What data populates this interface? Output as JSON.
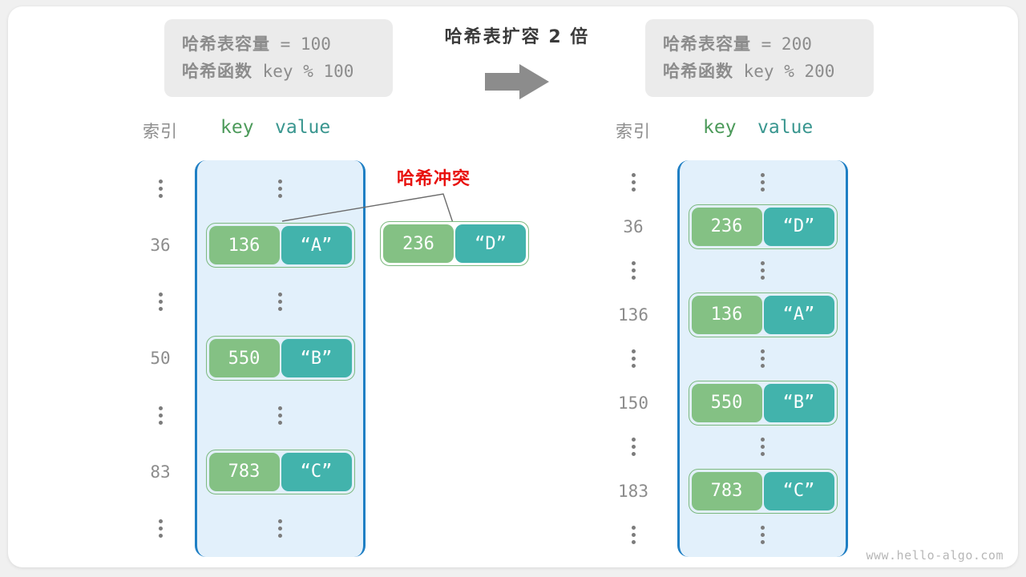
{
  "diagram": {
    "title": "哈希表扩容 2 倍",
    "arrow_icon": "right-arrow-icon",
    "watermark": "www.hello-algo.com",
    "collision_label": "哈希冲突",
    "colors": {
      "table_fill": "#e2f0fb",
      "table_border": "#1f7fc4",
      "key_cell": "#84c184",
      "value_cell": "#42b3ac",
      "pair_border": "#7cb97f",
      "collision_text": "#e8110e",
      "info_box": "#ebebeb",
      "muted_text": "#8c8c8c",
      "key_header": "#4c9a5a",
      "value_header": "#39968f"
    }
  },
  "before": {
    "info": {
      "capacity_label": "哈希表容量",
      "capacity_value": " = 100",
      "function_label": "哈希函数",
      "function_value": " key % 100"
    },
    "headers": {
      "index": "索引",
      "key": "key",
      "value": "value"
    },
    "rows": [
      {
        "index": "⋮",
        "type": "ellipsis"
      },
      {
        "index": "36",
        "type": "entry",
        "key": "136",
        "value": "“A”"
      },
      {
        "index": "⋮",
        "type": "ellipsis"
      },
      {
        "index": "50",
        "type": "entry",
        "key": "550",
        "value": "“B”"
      },
      {
        "index": "⋮",
        "type": "ellipsis"
      },
      {
        "index": "83",
        "type": "entry",
        "key": "783",
        "value": "“C”"
      },
      {
        "index": "⋮",
        "type": "ellipsis"
      }
    ],
    "colliding_entry": {
      "key": "236",
      "value": "“D”"
    }
  },
  "after": {
    "info": {
      "capacity_label": "哈希表容量",
      "capacity_value": " = 200",
      "function_label": "哈希函数",
      "function_value": " key % 200"
    },
    "headers": {
      "index": "索引",
      "key": "key",
      "value": "value"
    },
    "rows": [
      {
        "index": "⋮",
        "type": "ellipsis"
      },
      {
        "index": "36",
        "type": "entry",
        "key": "236",
        "value": "“D”"
      },
      {
        "index": "⋮",
        "type": "ellipsis"
      },
      {
        "index": "136",
        "type": "entry",
        "key": "136",
        "value": "“A”"
      },
      {
        "index": "⋮",
        "type": "ellipsis"
      },
      {
        "index": "150",
        "type": "entry",
        "key": "550",
        "value": "“B”"
      },
      {
        "index": "⋮",
        "type": "ellipsis"
      },
      {
        "index": "183",
        "type": "entry",
        "key": "783",
        "value": "“C”"
      },
      {
        "index": "⋮",
        "type": "ellipsis"
      }
    ]
  }
}
